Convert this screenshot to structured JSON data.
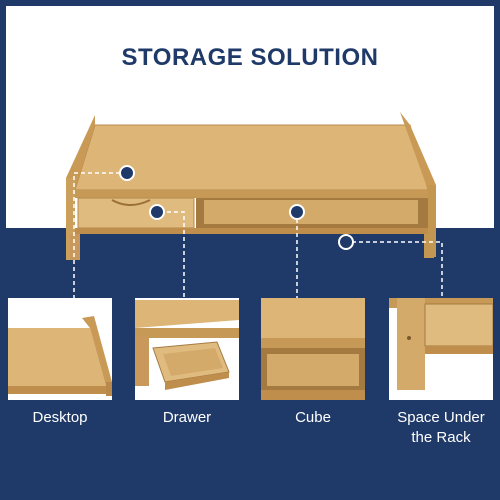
{
  "header": {
    "title": "STORAGE SOLUTION"
  },
  "features": [
    {
      "label": "Desktop"
    },
    {
      "label": "Drawer"
    },
    {
      "label": "Cube"
    },
    {
      "label": "Space Under the Rack"
    }
  ],
  "colors": {
    "navy": "#1f3a68",
    "bamboo": "#d9b272",
    "bamboo_dark": "#b88a48",
    "white": "#ffffff"
  }
}
